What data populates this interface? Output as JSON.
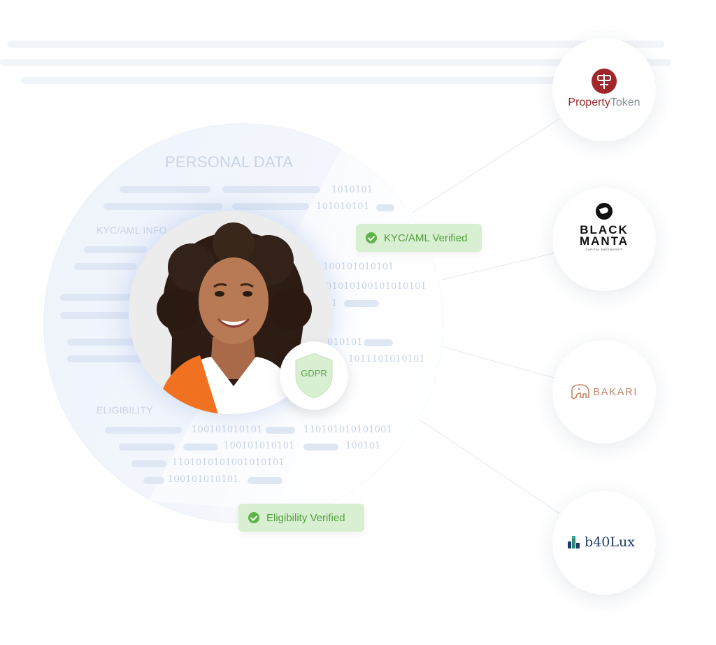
{
  "diagram": {
    "title": "PERSONAL DATA",
    "sections": {
      "kyc": "KYC/AML INFO",
      "eligibility": "ELIGIBILITY"
    },
    "binary_strings": [
      "1010101",
      "101010101",
      "100101010101",
      "01010100101010101",
      "1",
      "010101",
      "1011101010101",
      "100101010101",
      "110101010101001",
      "100101010101",
      "100101",
      "1101010101001010101",
      "100101010101"
    ],
    "badge_gdpr": "GDPR",
    "verified_kyc": "KYC/AML Verified",
    "verified_eligibility": "Eligibility Verified",
    "colors": {
      "verified_bg": "#d9efd2",
      "verified_text": "#4e9e3a",
      "check_green": "#5bb545",
      "faint_label": "#c9d4e6"
    }
  },
  "partners": {
    "property_token": {
      "name_part1": "Property",
      "name_part2": "Token",
      "color": "#9b2a2d"
    },
    "black_manta": {
      "line1": "BLACK",
      "line2": "MANTA",
      "subline": "CAPITAL PARTNERS™"
    },
    "bakari": {
      "name": "BAKARI",
      "icon": "elephant-icon",
      "color": "#c4866a"
    },
    "b40lux": {
      "name": "b40Lux",
      "icon": "bars-icon",
      "color": "#1f3a6b"
    }
  }
}
